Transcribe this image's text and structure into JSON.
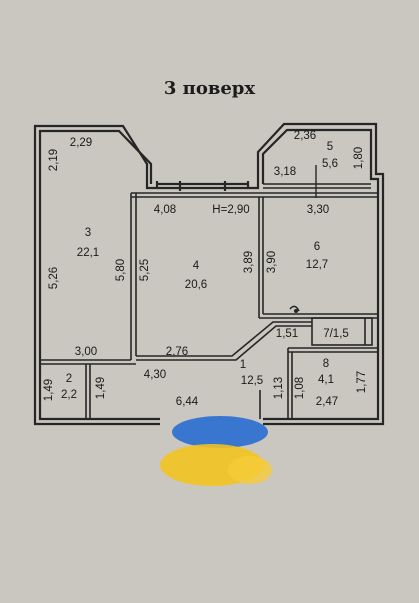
{
  "title": "3 поверх",
  "colors": {
    "background": "#c9c7bf",
    "wall": "#262626",
    "flag_blue": "#2d6fd0",
    "flag_yellow": "#f4c41e"
  },
  "rooms": [
    {
      "id": "1",
      "area": "12,5"
    },
    {
      "id": "2",
      "area": "2,2"
    },
    {
      "id": "3",
      "area": "22,1"
    },
    {
      "id": "4",
      "area": "20,6"
    },
    {
      "id": "5",
      "area": "5,6"
    },
    {
      "id": "6",
      "area": "12,7"
    },
    {
      "id": "7",
      "area": "1,5"
    },
    {
      "id": "8",
      "area": "4,1"
    }
  ],
  "room7_label": "7/1,5",
  "dimensions": {
    "d229": "2,29",
    "d219": "2,19",
    "d526": "5,26",
    "d580": "5,80",
    "d525": "5,25",
    "d408": "4,08",
    "height": "H=2,90",
    "d330": "3,30",
    "d318": "3,18",
    "d236": "2,36",
    "d180": "1,80",
    "d389": "3,89",
    "d390": "3,90",
    "d300": "3,00",
    "d276": "2,76",
    "d151": "1,51",
    "d149a": "1,49",
    "d149b": "1,49",
    "d430": "4,30",
    "d644": "6,44",
    "d113": "1,13",
    "d108": "1,08",
    "d247": "2,47",
    "d177": "1,77"
  }
}
